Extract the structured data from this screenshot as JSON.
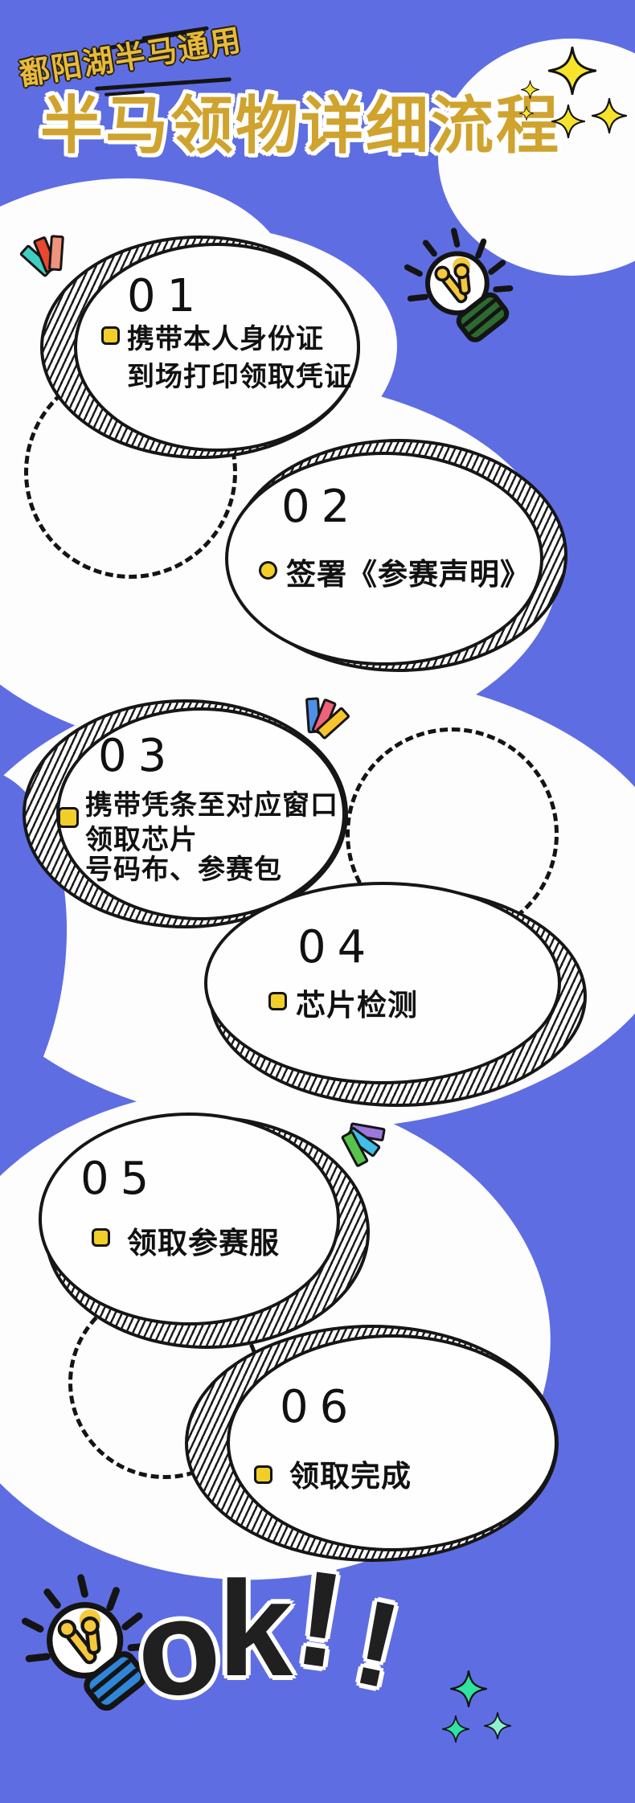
{
  "badge": {
    "label": "鄱阳湖半马通用"
  },
  "title": {
    "text": "半马领物详细流程"
  },
  "steps": [
    {
      "number": "01",
      "lines": [
        "携带本人身份证",
        "到场打印领取凭证"
      ]
    },
    {
      "number": "02",
      "lines": [
        "签署《参赛声明》"
      ]
    },
    {
      "number": "03",
      "lines": [
        "携带凭条至对应窗口",
        "领取芯片",
        "号码布、参赛包"
      ]
    },
    {
      "number": "04",
      "lines": [
        "芯片检测"
      ]
    },
    {
      "number": "05",
      "lines": [
        "领取参赛服"
      ]
    },
    {
      "number": "06",
      "lines": [
        "领取完成"
      ]
    }
  ],
  "footer": {
    "ok_text": "ok!!",
    "ok_chars": [
      "o",
      "k",
      "!",
      "!"
    ]
  },
  "icons": {
    "lightbulb_top": "lightbulb-icon",
    "lightbulb_bottom": "lightbulb-icon",
    "flag_fan": "flag-fan-icon",
    "sparkle": "sparkle-icon",
    "speed_lines": "speed-lines-icon"
  },
  "colors": {
    "background": "#5F6DE3",
    "blob_white": "#FDFDFD",
    "ink": "#161616",
    "title_gold": "#CFA32E",
    "badge_gold": "#E7BA3E",
    "bullet_yellow": "#F2CE2B",
    "flag_step1": [
      "#3ECFC0",
      "#E8492C",
      "#F0937D"
    ],
    "flag_step3": [
      "#4F90E6",
      "#F0607A",
      "#F6C52E"
    ],
    "flag_step5": [
      "#9C77DE",
      "#3FBEE9",
      "#57C34B"
    ],
    "sparkle_yellow": "#F7E32B",
    "sparkle_green": "#2FE3A0",
    "sparkle_green_light": "#8FEFCE",
    "bulb_base_top": "#2C6A30",
    "bulb_base_bottom": "#2F85D8"
  }
}
